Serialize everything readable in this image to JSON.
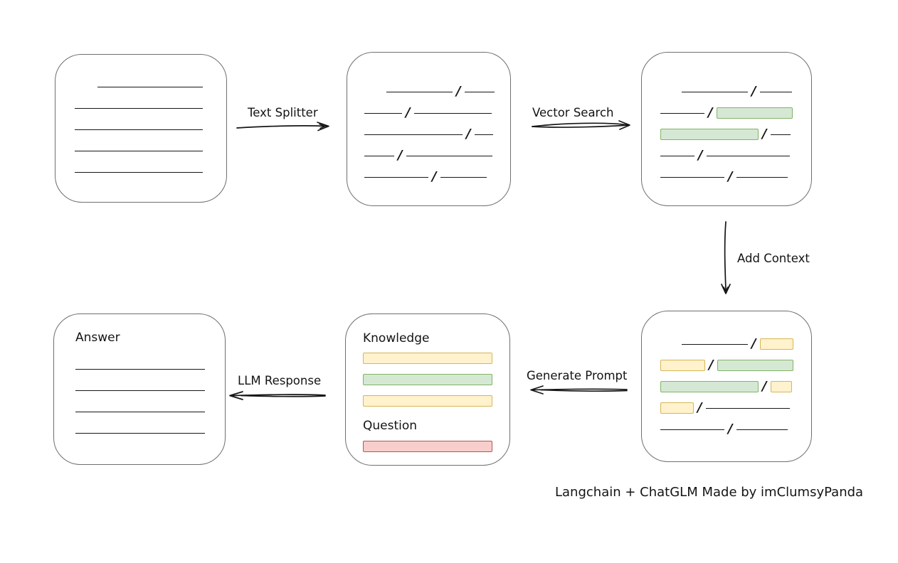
{
  "labels": {
    "text_splitter": "Text Splitter",
    "vector_search": "Vector Search",
    "add_context": "Add Context",
    "generate_prompt": "Generate Prompt",
    "llm_response": "LLM Response",
    "knowledge": "Knowledge",
    "question": "Question",
    "answer": "Answer",
    "caption": "Langchain + ChatGLM Made by imClumsyPanda"
  },
  "colors": {
    "green_fill": "#d5e8d4",
    "green_stroke": "#82b366",
    "yellow_fill": "#fff2cc",
    "yellow_stroke": "#d6b656",
    "red_fill": "#f8cecc",
    "red_stroke": "#b85450"
  },
  "boxes": {
    "document": {
      "rows": [
        {
          "indent": 32,
          "segs": [
            {
              "t": "line",
              "w": 148
            }
          ]
        },
        {
          "segs": [
            {
              "t": "line",
              "w": 180
            }
          ]
        },
        {
          "segs": [
            {
              "t": "line",
              "w": 180
            }
          ]
        },
        {
          "segs": [
            {
              "t": "line",
              "w": 180
            }
          ]
        },
        {
          "segs": [
            {
              "t": "line",
              "w": 180
            }
          ]
        }
      ]
    },
    "split": {
      "rows": [
        {
          "indent": 31,
          "segs": [
            {
              "t": "line",
              "w": 93
            },
            {
              "t": "slash"
            },
            {
              "t": "line",
              "w": 42
            }
          ]
        },
        {
          "segs": [
            {
              "t": "line",
              "w": 53
            },
            {
              "t": "slash"
            },
            {
              "t": "line",
              "w": 109
            }
          ]
        },
        {
          "segs": [
            {
              "t": "line",
              "w": 138
            },
            {
              "t": "slash"
            },
            {
              "t": "line",
              "w": 26
            }
          ]
        },
        {
          "segs": [
            {
              "t": "line",
              "w": 42
            },
            {
              "t": "slash"
            },
            {
              "t": "line",
              "w": 121
            }
          ]
        },
        {
          "segs": [
            {
              "t": "line",
              "w": 90
            },
            {
              "t": "slash"
            },
            {
              "t": "line",
              "w": 65
            }
          ]
        }
      ]
    },
    "vector": {
      "rows": [
        {
          "indent": 30,
          "segs": [
            {
              "t": "line",
              "w": 93
            },
            {
              "t": "slash"
            },
            {
              "t": "line",
              "w": 45
            }
          ]
        },
        {
          "segs": [
            {
              "t": "line",
              "w": 62
            },
            {
              "t": "slash"
            },
            {
              "t": "green",
              "w": 107
            }
          ]
        },
        {
          "segs": [
            {
              "t": "green",
              "w": 138
            },
            {
              "t": "slash"
            },
            {
              "t": "line",
              "w": 28
            }
          ]
        },
        {
          "segs": [
            {
              "t": "line",
              "w": 48
            },
            {
              "t": "slash"
            },
            {
              "t": "line",
              "w": 117
            }
          ]
        },
        {
          "segs": [
            {
              "t": "line",
              "w": 90
            },
            {
              "t": "slash"
            },
            {
              "t": "line",
              "w": 72
            }
          ]
        }
      ]
    },
    "context": {
      "rows": [
        {
          "indent": 30,
          "segs": [
            {
              "t": "line",
              "w": 93
            },
            {
              "t": "slash"
            },
            {
              "t": "yellow",
              "w": 47
            }
          ]
        },
        {
          "segs": [
            {
              "t": "yellow",
              "w": 63
            },
            {
              "t": "slash"
            },
            {
              "t": "green",
              "w": 107
            }
          ]
        },
        {
          "segs": [
            {
              "t": "green",
              "w": 138
            },
            {
              "t": "slash"
            },
            {
              "t": "yellow",
              "w": 30
            }
          ]
        },
        {
          "segs": [
            {
              "t": "yellow",
              "w": 47
            },
            {
              "t": "slash"
            },
            {
              "t": "line",
              "w": 118
            }
          ]
        },
        {
          "segs": [
            {
              "t": "line",
              "w": 90
            },
            {
              "t": "slash"
            },
            {
              "t": "line",
              "w": 72
            }
          ]
        }
      ]
    },
    "prompt": {
      "knowledge_bars": [
        {
          "segs": [
            {
              "t": "yellow",
              "w": 182
            }
          ]
        },
        {
          "segs": [
            {
              "t": "green",
              "w": 182
            }
          ]
        },
        {
          "segs": [
            {
              "t": "yellow",
              "w": 182
            }
          ]
        }
      ],
      "question_bars": [
        {
          "segs": [
            {
              "t": "red",
              "w": 182
            }
          ]
        }
      ]
    },
    "answer": {
      "rows": [
        {
          "segs": [
            {
              "t": "line",
              "w": 182
            }
          ]
        },
        {
          "segs": [
            {
              "t": "line",
              "w": 182
            }
          ]
        },
        {
          "segs": [
            {
              "t": "line",
              "w": 182
            }
          ]
        },
        {
          "segs": [
            {
              "t": "line",
              "w": 182
            }
          ]
        }
      ]
    }
  }
}
